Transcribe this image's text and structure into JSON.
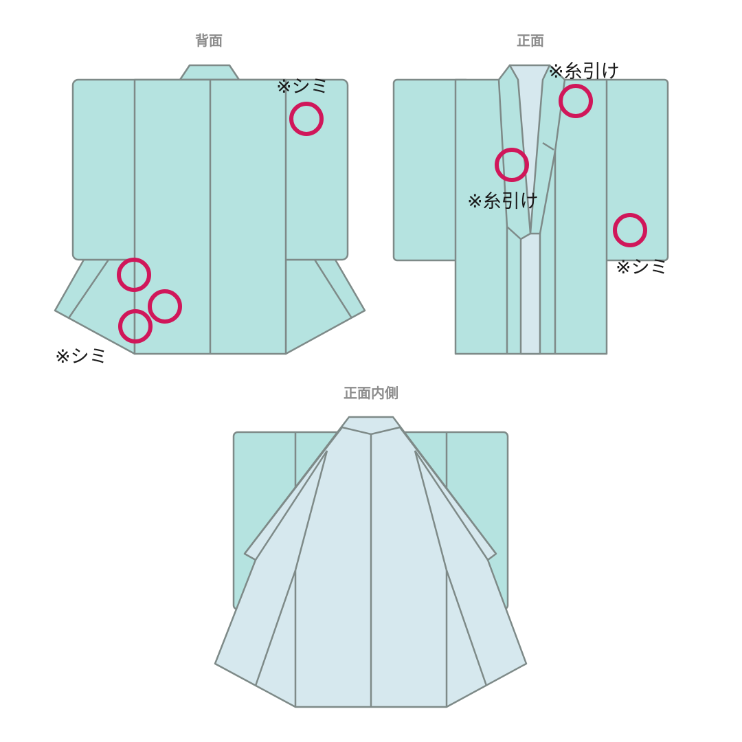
{
  "headings": {
    "back": "背面",
    "front": "正面",
    "inside": "正面内側"
  },
  "notes": {
    "back_shoulder": "※シミ",
    "back_hem": "※シミ",
    "front_collar_top": "※糸引け",
    "front_collar_mid": "※糸引け",
    "front_sleeve": "※シミ"
  },
  "colors": {
    "outer": "#b5e3e0",
    "lining": "#d6e8ee",
    "line": "#7e8a88",
    "mark": "#d0175a",
    "heading": "#8c8c8c",
    "note": "#1a1a1a"
  }
}
